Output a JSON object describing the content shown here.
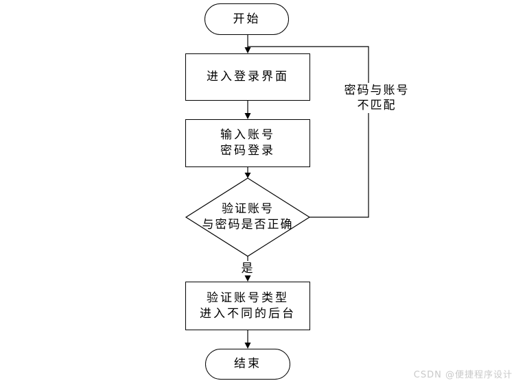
{
  "flowchart": {
    "title_hint": "login-verification-flowchart",
    "nodes": {
      "start": {
        "label": "开始",
        "shape": "terminator"
      },
      "enter_login": {
        "label": "进入登录界面",
        "shape": "process"
      },
      "input_credentials": {
        "line1": "输入账号",
        "line2": "密码登录",
        "shape": "process"
      },
      "verify_credentials": {
        "line1": "验证账号",
        "line2": "与密码是否正确",
        "shape": "decision"
      },
      "verify_type": {
        "line1": "验证账号类型",
        "line2": "进入不同的后台",
        "shape": "process"
      },
      "end": {
        "label": "结束",
        "shape": "terminator"
      }
    },
    "edge_labels": {
      "yes": "是",
      "no_line1": "密码与账号",
      "no_line2": "不匹配"
    },
    "colors": {
      "line": "#000000",
      "shape_fill": "#ffffff",
      "background": "#ffffff",
      "watermark_text": "#c9c9c9"
    }
  },
  "watermark": {
    "text": "CSDN @便捷程序设计"
  }
}
